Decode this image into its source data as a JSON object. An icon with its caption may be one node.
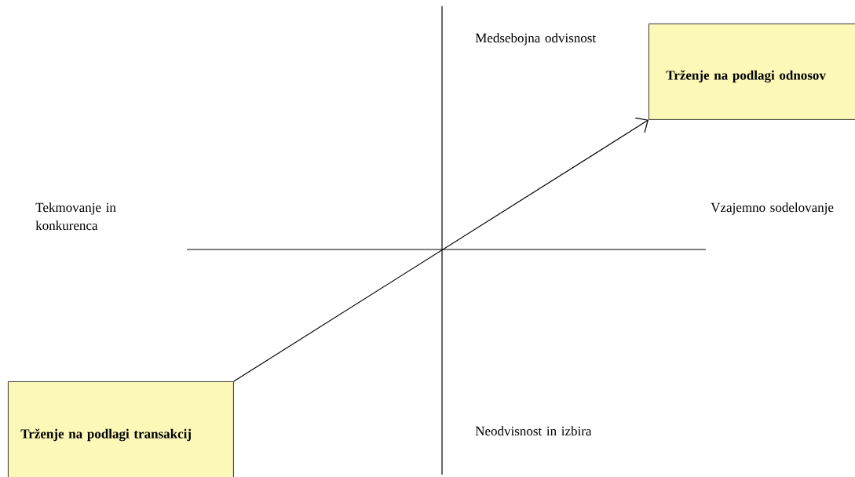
{
  "diagram": {
    "nodes": [
      {
        "text": [
          "Trženje na podlagi transakcij"
        ]
      },
      {
        "text": [
          "Trženje na podlagi odnosov"
        ]
      }
    ],
    "edges": [
      {
        "from": 0,
        "to": 1,
        "arrow": "to"
      }
    ],
    "labels": [
      "Medsebojna odvisnost",
      "Tekmovanje in konkurenca",
      "Vzajemno sodelovanje",
      "Neodvisnost in izbira"
    ]
  }
}
